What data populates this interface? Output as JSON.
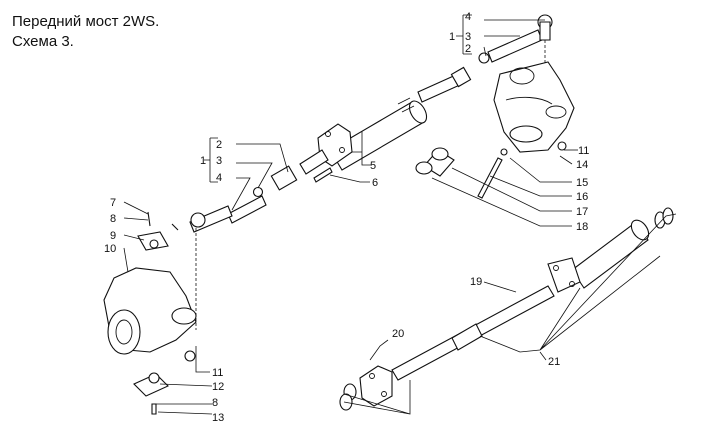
{
  "title_line1": "Передний мост 2WS.",
  "title_line2": "Схема 3.",
  "callouts": {
    "c1a": "1",
    "c2a": "2",
    "c3a": "3",
    "c4a": "4",
    "c1b": "1",
    "c2b": "2",
    "c3b": "3",
    "c4b": "4",
    "c5": "5",
    "c6": "6",
    "c7": "7",
    "c8a": "8",
    "c8b": "8",
    "c9": "9",
    "c10": "10",
    "c11a": "11",
    "c11b": "11",
    "c12": "12",
    "c13": "13",
    "c14": "14",
    "c15": "15",
    "c16": "16",
    "c17": "17",
    "c18": "18",
    "c19": "19",
    "c20": "20",
    "c21": "21"
  }
}
